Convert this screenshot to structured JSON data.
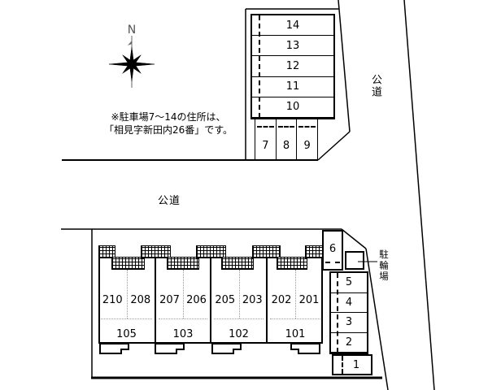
{
  "compass": {
    "label": "N"
  },
  "note": {
    "line1": "※駐車場7〜14の住所は、",
    "line2": "「相見字新田内26番」です。"
  },
  "roads": {
    "right": "公道",
    "middle": "公道"
  },
  "bicycle_area": {
    "label": "駐輪場"
  },
  "upper_lot": {
    "column_spaces": [
      "14",
      "13",
      "12",
      "11",
      "10"
    ],
    "row_spaces": [
      "7",
      "8",
      "9"
    ]
  },
  "building": {
    "units": [
      {
        "room_a": "210",
        "room_b": "208",
        "room_c": "105"
      },
      {
        "room_a": "207",
        "room_b": "206",
        "room_c": "103"
      },
      {
        "room_a": "205",
        "room_b": "203",
        "room_c": "102"
      },
      {
        "room_a": "202",
        "room_b": "201",
        "room_c": "101"
      }
    ]
  },
  "side_lot": {
    "spaces": [
      "6",
      "5",
      "4",
      "3",
      "2",
      "1"
    ]
  },
  "colors": {
    "line": "#000000",
    "dotted_line": "#9a9a9a",
    "background": "#ffffff"
  }
}
